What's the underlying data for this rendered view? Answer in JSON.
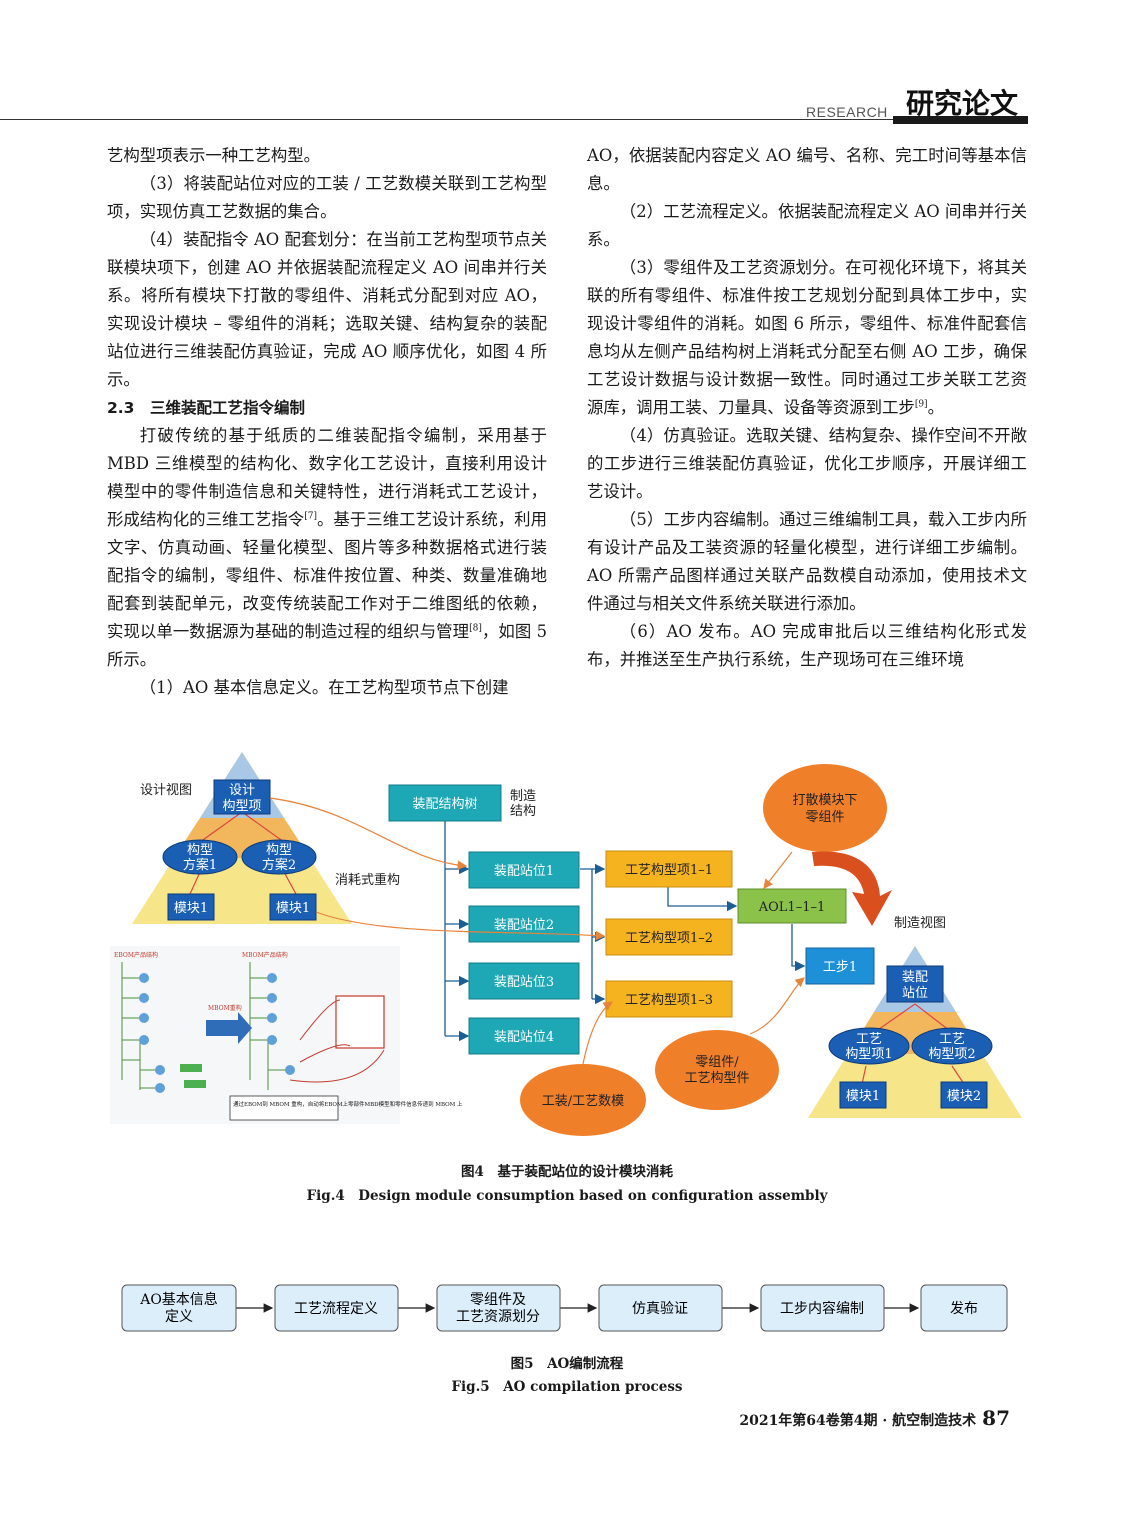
{
  "header": {
    "research": "RESEARCH",
    "title": "研究论文"
  },
  "left_column": {
    "p1": "艺构型项表示一种工艺构型。",
    "p2": "（3）将装配站位对应的工装 / 工艺数模关联到工艺构型项，实现仿真工艺数据的集合。",
    "p3": "（4）装配指令 AO 配套划分：在当前工艺构型项节点关联模块项下，创建 AO 并依据装配流程定义 AO 间串并行关系。将所有模块下打散的零组件、消耗式分配到对应 AO，实现设计模块 – 零组件的消耗；选取关键、结构复杂的装配站位进行三维装配仿真验证，完成 AO 顺序优化，如图 4 所示。",
    "section": "2.3　三维装配工艺指令编制",
    "p4a": "打破传统的基于纸质的二维装配指令编制，采用基于 MBD 三维模型的结构化、数字化工艺设计，直接利用设计模型中的零件制造信息和关键特性，进行消耗式工艺设计，形成结构化的三维工艺指令",
    "p4_ref1": "[7]",
    "p4b": "。基于三维工艺设计系统，利用文字、仿真动画、轻量化模型、图片等多种数据格式进行装配指令的编制，零组件、标准件按位置、种类、数量准确地配套到装配单元，改变传统装配工作对于二维图纸的依赖，实现以单一数据源为基础的制造过程的组织与管理",
    "p4_ref2": "[8]",
    "p4c": "，如图 5 所示。",
    "p5": "（1）AO 基本信息定义。在工艺构型项节点下创建"
  },
  "right_column": {
    "p1": "AO，依据装配内容定义 AO 编号、名称、完工时间等基本信息。",
    "p2": "（2）工艺流程定义。依据装配流程定义 AO 间串并行关系。",
    "p3a": "（3）零组件及工艺资源划分。在可视化环境下，将其关联的所有零组件、标准件按工艺规划分配到具体工步中，实现设计零组件的消耗。如图 6 所示，零组件、标准件配套信息均从左侧产品结构树上消耗式分配至右侧 AO 工步，确保工艺设计数据与设计数据一致性。同时通过工步关联工艺资源库，调用工装、刀量具、设备等资源到工步",
    "p3_ref": "[9]",
    "p3b": "。",
    "p4": "（4）仿真验证。选取关键、结构复杂、操作空间不开敞的工步进行三维装配仿真验证，优化工步顺序，开展详细工艺设计。",
    "p5": "（5）工步内容编制。通过三维编制工具，载入工步内所有设计产品及工装资源的轻量化模型，进行详细工步编制。AO 所需产品图样通过关联产品数模自动添加，使用技术文件通过与相关文件系统关联进行添加。",
    "p6": "（6）AO 发布。AO 完成审批后以三维结构化形式发布，并推送至生产执行系统，生产现场可在三维环境"
  },
  "figure4": {
    "design_view": "设计视图",
    "design_item": [
      "设计",
      "构型项"
    ],
    "scheme1": [
      "构型",
      "方案1"
    ],
    "scheme2": [
      "构型",
      "方案2"
    ],
    "module_left1": "模块1",
    "module_left2": "模块1",
    "consume_label": "消耗式重构",
    "tree_box": "装配结构树",
    "mfg_struct": [
      "制造",
      "结构"
    ],
    "stations": [
      "装配站位1",
      "装配站位2",
      "装配站位3",
      "装配站位4"
    ],
    "config_items": [
      "工艺构型项1–1",
      "工艺构型项1–2",
      "工艺构型项1–3"
    ],
    "aol": "AOL1–1–1",
    "step": "工步1",
    "scatter": [
      "打散模块下",
      "零组件"
    ],
    "parts": [
      "零组件/",
      "工艺构型件"
    ],
    "tooling": "工装/工艺数模",
    "mfg_view": "制造视图",
    "station_top": [
      "装配",
      "站位"
    ],
    "proc_item1": [
      "工艺",
      "构型项1"
    ],
    "proc_item2": [
      "工艺",
      "构型项2"
    ],
    "module_right1": "模块1",
    "module_right2": "模块2",
    "shot_label_ebom": "EBOM产品结构",
    "shot_label_mbom": "MBOM产品结构",
    "shot_label_restructure": "MBOM重构",
    "shot_note": "通过EBOM到 MBOM 重构，自动将EBOM上零部件MBD模型和零件信息传递到 MBOM 上",
    "caption_cn": "图4　基于装配站位的设计模块消耗",
    "caption_en": "Fig.4　Design module consumption based on configuration assembly"
  },
  "figure5": {
    "steps": [
      [
        "AO基本信息",
        "定义"
      ],
      [
        "工艺流程定义"
      ],
      [
        "零组件及",
        "工艺资源划分"
      ],
      [
        "仿真验证"
      ],
      [
        "工步内容编制"
      ],
      [
        "发布"
      ]
    ],
    "caption_cn": "图5　AO编制流程",
    "caption_en": "Fig.5　AO compilation process"
  },
  "footer": {
    "issue": "2021年第64卷第4期 · 航空制造技术",
    "page": "87"
  },
  "colors": {
    "teal": "#17a2b0",
    "yellow": "#f5b320",
    "orange": "#f07f2a",
    "green": "#8bc34a",
    "blue": "#1f78d1",
    "navy": "#1b4f9c"
  }
}
